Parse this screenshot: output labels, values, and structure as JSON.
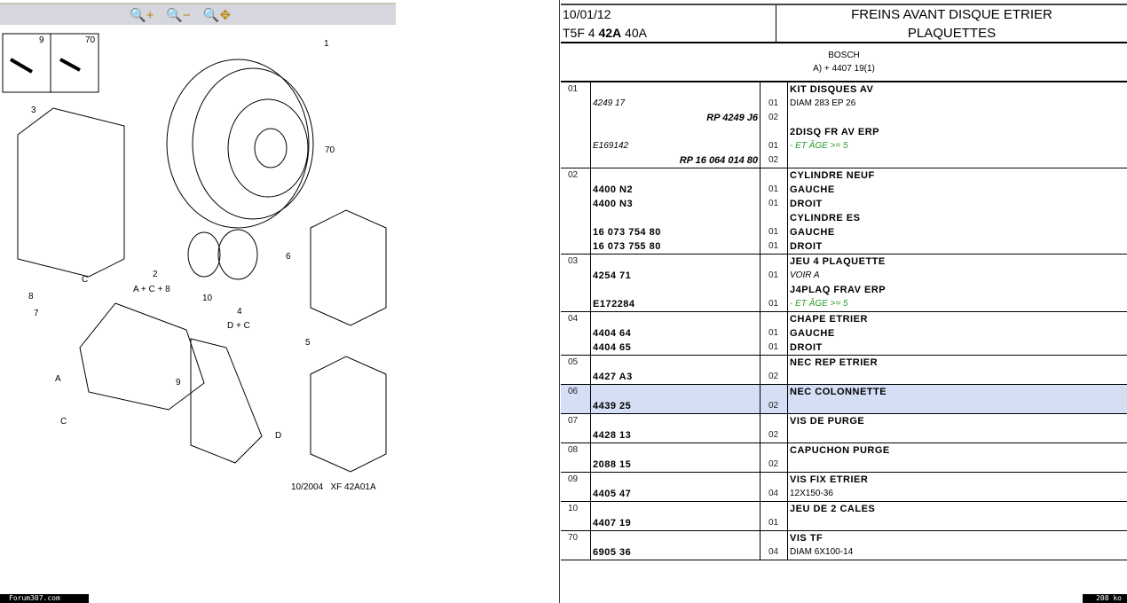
{
  "toolbar": {
    "zoom_in": "zoom-in",
    "zoom_out": "zoom-out",
    "pan": "zoom-pan"
  },
  "diagram": {
    "labels": {
      "screw9": "9",
      "screw70": "70",
      "disc": "1",
      "pads": "3",
      "bolt70": "70",
      "grp2_num": "2",
      "grp2_txt": "A + C + 8",
      "grp4_num": "4",
      "grp4_txt": "D + C",
      "box6": "6",
      "shims": "10",
      "box5": "5",
      "bleed8": "8",
      "bleed7": "7",
      "c1": "C",
      "a": "A",
      "c2": "C",
      "bolt9": "9",
      "d": "D"
    },
    "caption": "10/2004   XF 42A01A"
  },
  "footer": {
    "watermark": "Forum307.com",
    "size": "208 ko"
  },
  "header": {
    "date": "10/01/12",
    "code_pre": "T5F 4 ",
    "code_bold": "42A",
    "code_post": " 40A",
    "title_l1": "FREINS AVANT DISQUE ETRIER",
    "title_l2": "PLAQUETTES"
  },
  "subheader": {
    "brand": "BOSCH",
    "note": "A) + 4407 19(1)"
  },
  "groups": [
    {
      "ref": "01",
      "lines": [
        {
          "part": "",
          "ps": "",
          "qty": "",
          "desc": "KIT DISQUES AV",
          "ds": "b"
        },
        {
          "part": "4249 17",
          "ps": "i",
          "qty": "01",
          "desc": "DIAM 283 EP 26",
          "ds": "n"
        },
        {
          "part": "RP 4249 J6",
          "ps": "bi",
          "qty": "02",
          "desc": "",
          "ds": ""
        },
        {
          "part": "",
          "ps": "",
          "qty": "",
          "desc": "2DISQ FR AV ERP",
          "ds": "b"
        },
        {
          "part": "E169142",
          "ps": "i",
          "qty": "01",
          "desc": "- ET ÂGE >= 5",
          "ds": "g"
        },
        {
          "part": "RP 16 064 014 80",
          "ps": "bi",
          "qty": "02",
          "desc": "",
          "ds": ""
        }
      ]
    },
    {
      "ref": "02",
      "lines": [
        {
          "part": "",
          "ps": "",
          "qty": "",
          "desc": "CYLINDRE NEUF",
          "ds": "b"
        },
        {
          "part": "4400 N2",
          "ps": "b",
          "qty": "01",
          "desc": "GAUCHE",
          "ds": "b"
        },
        {
          "part": "4400 N3",
          "ps": "b",
          "qty": "01",
          "desc": "DROIT",
          "ds": "b"
        },
        {
          "part": "",
          "ps": "",
          "qty": "",
          "desc": "CYLINDRE ES",
          "ds": "b"
        },
        {
          "part": "16 073 754 80",
          "ps": "b",
          "qty": "01",
          "desc": "GAUCHE",
          "ds": "b"
        },
        {
          "part": "16 073 755 80",
          "ps": "b",
          "qty": "01",
          "desc": "DROIT",
          "ds": "b"
        }
      ]
    },
    {
      "ref": "03",
      "lines": [
        {
          "part": "",
          "ps": "",
          "qty": "",
          "desc": "JEU 4 PLAQUETTE",
          "ds": "b"
        },
        {
          "part": "4254 71",
          "ps": "b",
          "qty": "01",
          "desc": "VOIR A",
          "ds": "ni"
        },
        {
          "part": "",
          "ps": "",
          "qty": "",
          "desc": "J4PLAQ FRAV ERP",
          "ds": "b"
        },
        {
          "part": "E172284",
          "ps": "b",
          "qty": "01",
          "desc": "- ET ÂGE >= 5",
          "ds": "g"
        }
      ]
    },
    {
      "ref": "04",
      "lines": [
        {
          "part": "",
          "ps": "",
          "qty": "",
          "desc": "CHAPE ETRIER",
          "ds": "b"
        },
        {
          "part": "4404 64",
          "ps": "b",
          "qty": "01",
          "desc": "GAUCHE",
          "ds": "b"
        },
        {
          "part": "4404 65",
          "ps": "b",
          "qty": "01",
          "desc": "DROIT",
          "ds": "b"
        }
      ]
    },
    {
      "ref": "05",
      "lines": [
        {
          "part": "",
          "ps": "",
          "qty": "",
          "desc": "NEC REP ETRIER",
          "ds": "b"
        },
        {
          "part": "4427 A3",
          "ps": "b",
          "qty": "02",
          "desc": "",
          "ds": ""
        }
      ]
    },
    {
      "ref": "06",
      "selected": true,
      "lines": [
        {
          "part": "",
          "ps": "",
          "qty": "",
          "desc": "NEC COLONNETTE",
          "ds": "b"
        },
        {
          "part": "4439 25",
          "ps": "b",
          "qty": "02",
          "desc": "",
          "ds": ""
        }
      ]
    },
    {
      "ref": "07",
      "lines": [
        {
          "part": "",
          "ps": "",
          "qty": "",
          "desc": "VIS DE PURGE",
          "ds": "b"
        },
        {
          "part": "4428 13",
          "ps": "b",
          "qty": "02",
          "desc": "",
          "ds": ""
        }
      ]
    },
    {
      "ref": "08",
      "lines": [
        {
          "part": "",
          "ps": "",
          "qty": "",
          "desc": "CAPUCHON PURGE",
          "ds": "b"
        },
        {
          "part": "2088 15",
          "ps": "b",
          "qty": "02",
          "desc": "",
          "ds": ""
        }
      ]
    },
    {
      "ref": "09",
      "lines": [
        {
          "part": "",
          "ps": "",
          "qty": "",
          "desc": "VIS FIX ETRIER",
          "ds": "b"
        },
        {
          "part": "4405 47",
          "ps": "b",
          "qty": "04",
          "desc": "12X150-36",
          "ds": "n"
        }
      ]
    },
    {
      "ref": "10",
      "lines": [
        {
          "part": "",
          "ps": "",
          "qty": "",
          "desc": "JEU DE 2 CALES",
          "ds": "b"
        },
        {
          "part": "4407 19",
          "ps": "b",
          "qty": "01",
          "desc": "",
          "ds": ""
        }
      ]
    },
    {
      "ref": "70",
      "lines": [
        {
          "part": "",
          "ps": "",
          "qty": "",
          "desc": "VIS TF",
          "ds": "b"
        },
        {
          "part": "6905 36",
          "ps": "b",
          "qty": "04",
          "desc": "DIAM 6X100-14",
          "ds": "n"
        }
      ]
    }
  ]
}
